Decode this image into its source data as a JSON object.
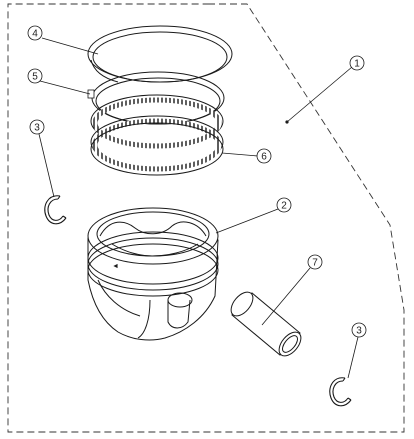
{
  "callouts": {
    "c1": "1",
    "c2": "2",
    "c3a": "3",
    "c3b": "3",
    "c4": "4",
    "c5": "5",
    "c6": "6",
    "c7": "7"
  },
  "colors": {
    "line": "#1a1a1a",
    "dash": "#333333",
    "background": "#ffffff"
  }
}
